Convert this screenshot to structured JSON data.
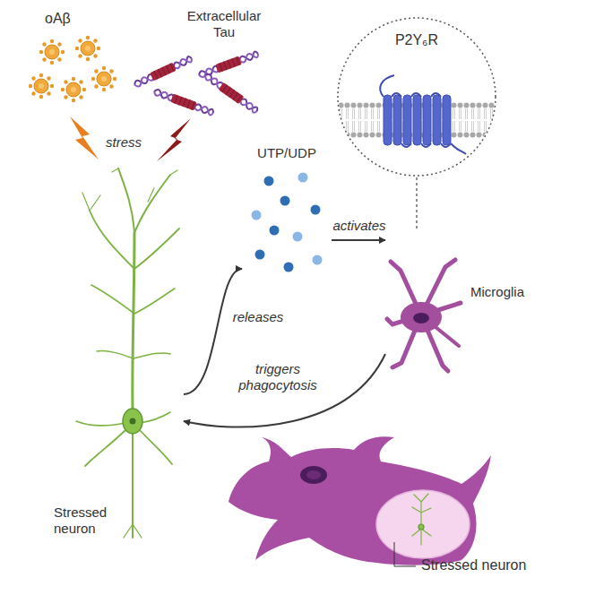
{
  "diagram": {
    "nodes": [
      {
        "text": [
          "Stressed neuron"
        ]
      },
      {
        "text": [
          "UTP/UDP"
        ]
      },
      {
        "text": [
          "P2Y₆R"
        ]
      },
      {
        "text": [
          "Microglia"
        ]
      }
    ],
    "edges": [
      {
        "from": 0,
        "to": 1,
        "arrow": "to",
        "label": "releases"
      },
      {
        "from": 1,
        "to": 3,
        "arrow": "to",
        "label": "activates"
      },
      {
        "from": 2,
        "to": 3,
        "arrow": "none"
      },
      {
        "from": 3,
        "to": 0,
        "arrow": "to",
        "label": "triggers phagocytosis"
      }
    ],
    "labels": [
      "oAβ",
      "Extracellular Tau",
      "stress",
      "Stressed neuron"
    ]
  }
}
